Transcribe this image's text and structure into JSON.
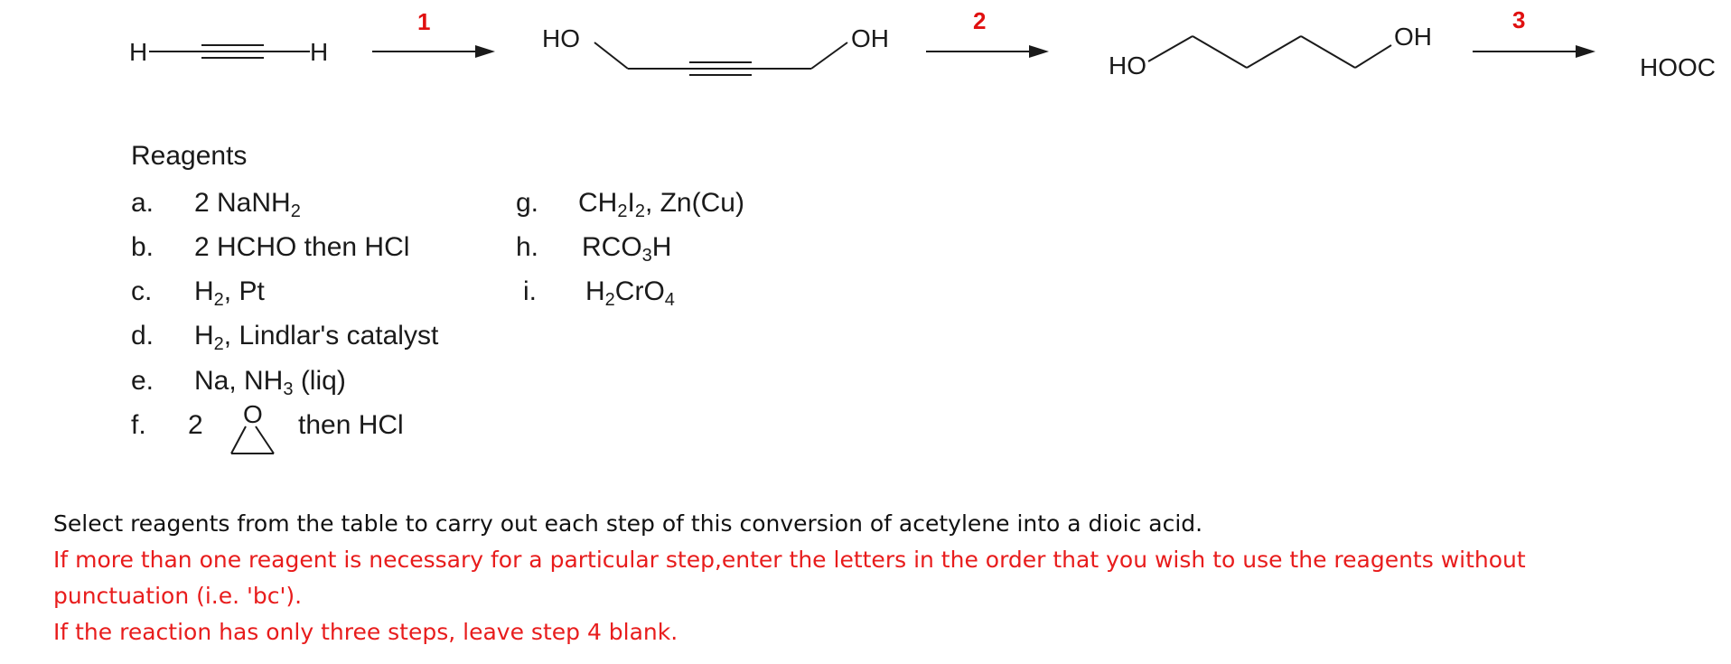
{
  "scheme": {
    "acetylene": {
      "left_atom": "H",
      "right_atom": "H"
    },
    "diol_yne": {
      "left_group": "HO",
      "right_group": "OH"
    },
    "diol": {
      "left_group": "HO",
      "right_group": "OH"
    },
    "product": {
      "label": "HOOC"
    },
    "steps": [
      "1",
      "2",
      "3"
    ]
  },
  "reagents": {
    "heading": "Reagents",
    "items": [
      {
        "letter": "a.",
        "pre": "2 NaNH",
        "sub": "2",
        "post": ""
      },
      {
        "letter": "b.",
        "text": "2 HCHO then HCl"
      },
      {
        "letter": "c.",
        "pre": "H",
        "sub": "2",
        "post": ", Pt"
      },
      {
        "letter": "d.",
        "pre": "H",
        "sub": "2",
        "post": ", Lindlar's catalyst"
      },
      {
        "letter": "e.",
        "pre": "Na, NH",
        "sub": "3",
        "post": " (liq)"
      },
      {
        "letter": "f.",
        "count": "2",
        "ring_atom": "O",
        "post": "then HCl"
      },
      {
        "letter": "g.",
        "p1": "CH",
        "s1": "2",
        "p2": "I",
        "s2": "2",
        "p3": ", Zn(Cu)"
      },
      {
        "letter": "h.",
        "pre": "RCO",
        "sub": "3",
        "post": "H"
      },
      {
        "letter": "i.",
        "p1": "H",
        "s1": "2",
        "p2": "CrO",
        "s2": "4"
      }
    ]
  },
  "instructions": {
    "line1": "Select reagents from the table to carry out each step of this conversion of acetylene into a dioic acid.",
    "line2": "If more than one reagent is necessary for a particular step,enter the letters in the order that you wish to use the reagents without",
    "line3": "punctuation (i.e. 'bc').",
    "line4": "If the reaction has only three steps, leave step 4 blank."
  },
  "colors": {
    "accent_red": "#e81c1c",
    "text": "#1a1a1a"
  }
}
